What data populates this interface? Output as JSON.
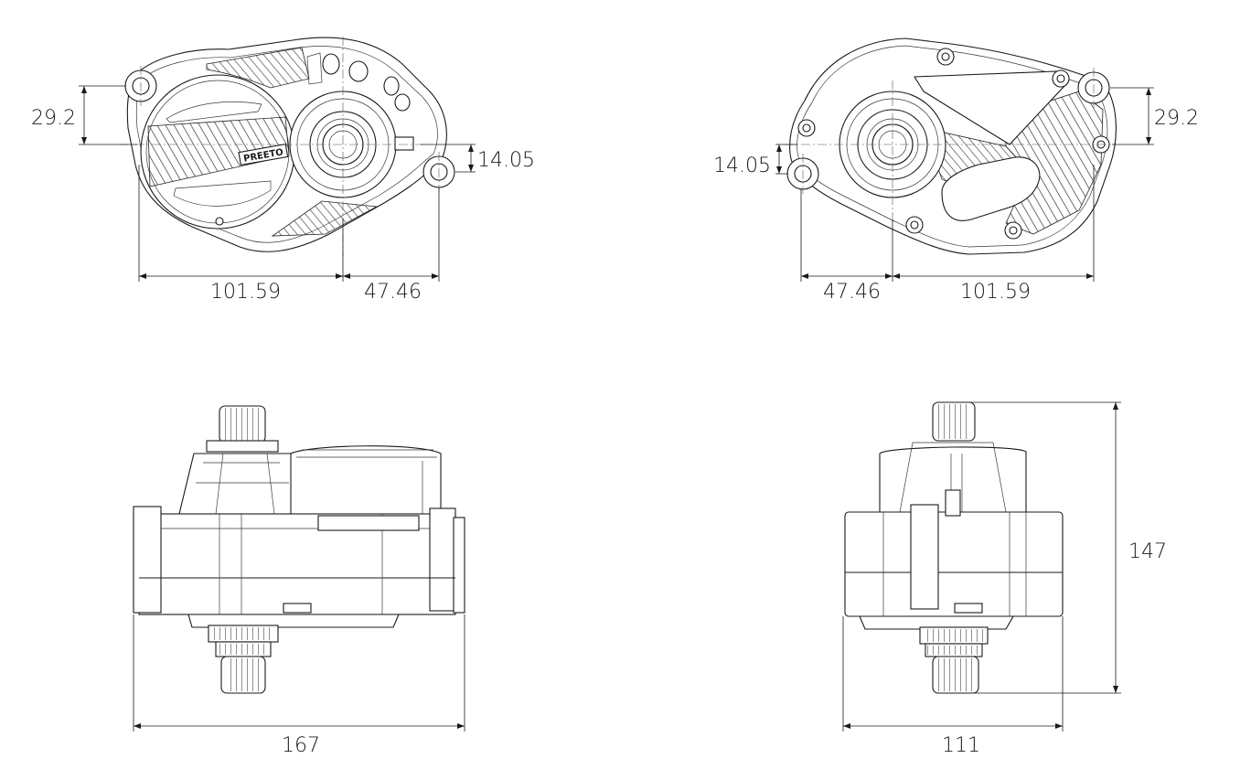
{
  "brand_text": "PREETO",
  "views": {
    "top_left": {
      "dims": {
        "height": "29.2",
        "offset": "14.05",
        "width_main": "101.59",
        "width_side": "47.46"
      }
    },
    "top_right": {
      "dims": {
        "height": "29.2",
        "offset": "14.05",
        "width_main": "101.59",
        "width_side": "47.46"
      }
    },
    "bottom_left": {
      "dims": {
        "width": "167"
      }
    },
    "bottom_right": {
      "dims": {
        "width": "111",
        "height": "147"
      }
    }
  }
}
